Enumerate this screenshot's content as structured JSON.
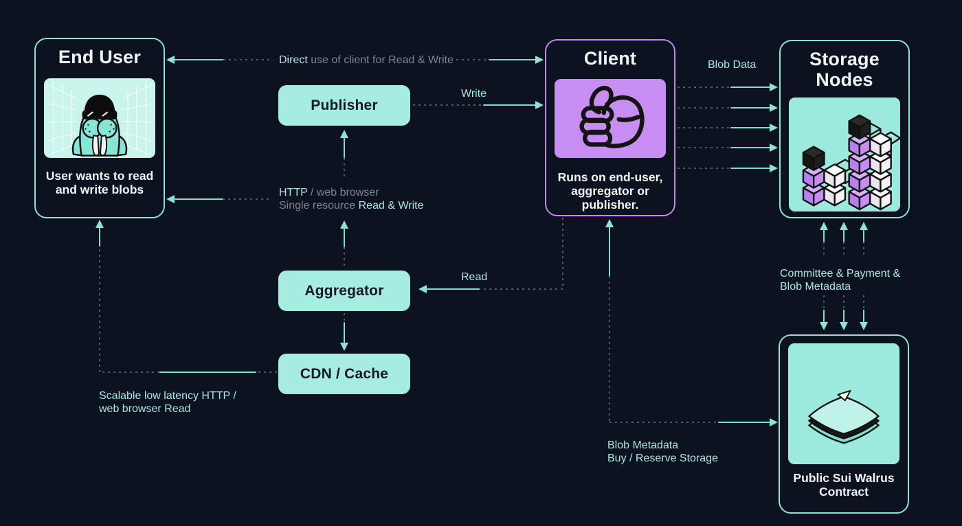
{
  "colors": {
    "background": "#0c1220",
    "teal_fill": "#a6ece0",
    "teal_border": "#8ce4d5",
    "arrow_teal": "#7fdcce",
    "teal_text": "#a3e9dd",
    "gray_text": "#7b8695",
    "purple_border": "#c886ee",
    "purple_fill": "#c78df2",
    "white_text": "#f4f7f8",
    "dark_text": "#11181f"
  },
  "nodes": {
    "end_user": {
      "title": "End User",
      "caption": "User wants to read and write blobs",
      "illustration": "walrus-with-sunglasses"
    },
    "publisher": {
      "label": "Publisher"
    },
    "client": {
      "title": "Client",
      "caption": "Runs on end-user, aggregator or publisher.",
      "illustration": "thumbs-up"
    },
    "storage_nodes": {
      "title": "Storage Nodes",
      "illustration": "isometric-cube-stacks"
    },
    "aggregator": {
      "label": "Aggregator"
    },
    "cdn_cache": {
      "label": "CDN / Cache"
    },
    "contract": {
      "caption": "Public Sui Walrus Contract",
      "illustration": "paper-stack"
    }
  },
  "edges": {
    "direct_use": {
      "accent": "Direct",
      "rest": " use of client for Read & Write"
    },
    "write": {
      "label": "Write"
    },
    "blob_data": {
      "label": "Blob Data"
    },
    "http_browser": {
      "line1_accent": "HTTP",
      "line1_rest": " / web browser",
      "line2_rest": "Single resource ",
      "line2_accent": "Read & Write"
    },
    "read": {
      "label": "Read"
    },
    "committee": {
      "label": "Committee & Payment & Blob Metadata"
    },
    "scalable": {
      "label": "Scalable low latency HTTP / web browser Read"
    },
    "blob_metadata": {
      "line1": "Blob Metadata",
      "line2": "Buy / Reserve Storage"
    }
  }
}
